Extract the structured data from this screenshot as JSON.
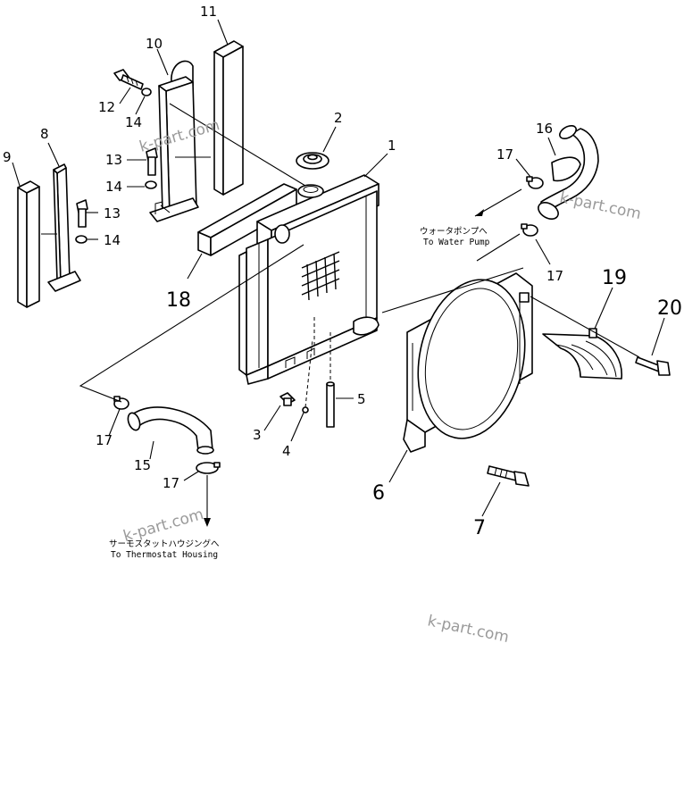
{
  "callouts": {
    "c1": "1",
    "c2": "2",
    "c3": "3",
    "c4": "4",
    "c5": "5",
    "c6": "6",
    "c7": "7",
    "c8": "8",
    "c9": "9",
    "c10": "10",
    "c11": "11",
    "c12": "12",
    "c13a": "13",
    "c13b": "13",
    "c14a": "14",
    "c14b": "14",
    "c14c": "14",
    "c15": "15",
    "c16": "16",
    "c17a": "17",
    "c17b": "17",
    "c17c": "17",
    "c17d": "17",
    "c18": "18",
    "c19": "19",
    "c20": "20"
  },
  "notes": {
    "water_pump_jp": "ウォータポンプへ",
    "water_pump_en": "To Water Pump",
    "thermostat_jp": "サーモスタットハウジングへ",
    "thermostat_en": "To Thermostat Housing"
  },
  "watermark": {
    "text": "k-part.com"
  }
}
